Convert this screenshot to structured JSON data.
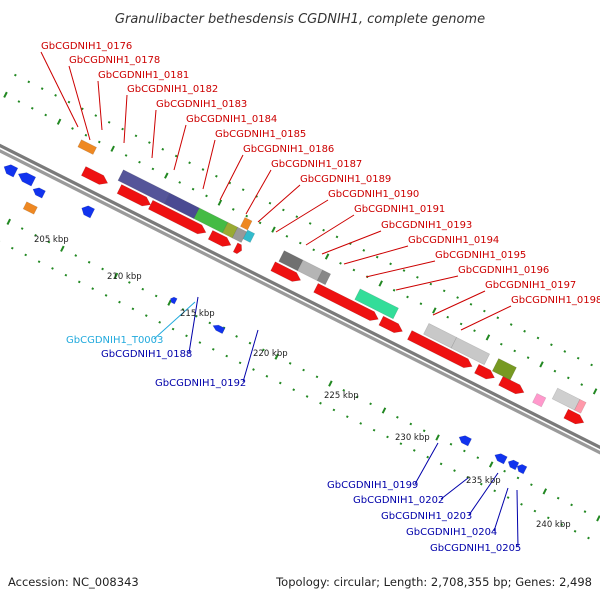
{
  "title": "Granulibacter bethesdensis CGDNIH1, complete genome",
  "footer": {
    "accession": "Accession: NC_008343",
    "summary": "Topology: circular; Length: 2,708,355 bp; Genes: 2,498"
  },
  "colors": {
    "backbone": "#888888",
    "forward_gene": "#ee1111",
    "label_top": "#cc0000",
    "label_bottom": "#0000aa",
    "label_trna": "#22aadd",
    "tick": "#228822"
  },
  "scale_labels": [
    "205 kbp",
    "210 kbp",
    "215 kbp",
    "220 kbp",
    "225 kbp",
    "230 kbp",
    "235 kbp",
    "240 kbp"
  ],
  "top_labels": [
    "GbCGDNIH1_0176",
    "GbCGDNIH1_0178",
    "GbCGDNIH1_0181",
    "GbCGDNIH1_0182",
    "GbCGDNIH1_0183",
    "GbCGDNIH1_0184",
    "GbCGDNIH1_0185",
    "GbCGDNIH1_0186",
    "GbCGDNIH1_0187",
    "GbCGDNIH1_0189",
    "GbCGDNIH1_0190",
    "GbCGDNIH1_0191",
    "GbCGDNIH1_0193",
    "GbCGDNIH1_0194",
    "GbCGDNIH1_0195",
    "GbCGDNIH1_0196",
    "GbCGDNIH1_0197",
    "GbCGDNIH1_0198"
  ],
  "bottom_labels": [
    "GbCGDNIH1_T0003",
    "GbCGDNIH1_0188",
    "GbCGDNIH1_0192",
    "GbCGDNIH1_0199",
    "GbCGDNIH1_0202",
    "GbCGDNIH1_0203",
    "GbCGDNIH1_0204",
    "GbCGDNIH1_0205"
  ]
}
